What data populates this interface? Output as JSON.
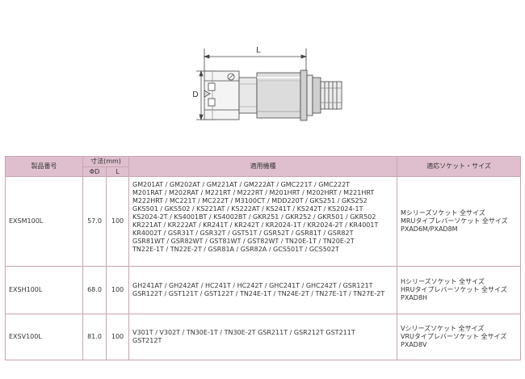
{
  "drawing": {
    "length_label": "L",
    "diameter_label": "D"
  },
  "table": {
    "headers": {
      "product_no": "製品番号",
      "dimensions": "寸法(mm)",
      "diameter": "ΦD",
      "length": "L",
      "compatible_models": "適用機種",
      "socket_size": "適応ソケット・サイズ"
    },
    "rows": [
      {
        "product_no": "EXSM100L",
        "diameter": "57.0",
        "length": "100",
        "compatible_lines": [
          "GM201AT / GM202AT / GM221AT / GM222AT / GMC221T / GMC222T",
          "M201RAT / M202RAT / M221RT / M222RT / M201HRT / M202HRT / M221HRT",
          "M222HRT / MC221T / MC222T / M3100CT / MDD220T / GKS251 / GKS252",
          "GKS501 / GKS502 / KS221AT / KS222AT / KS241T / KS242T / KS2024-1T",
          "KS2024-2T / KS4001BT / KS4002BT / GKR251 / GKR252 / GKR501 / GKR502",
          "KR221AT / KR222AT / KR241T / KR242T / KR2024-1T / KR2024-2T / KR4001T",
          "KR4002T / GSR31T / GSR32T / GST51T / GSR52T / GSR81T / GSR82T",
          "GSR81WT / GSR82WT / GST81WT / GST82WT / TN20E-1T / TN20E-2T",
          "TN22E-1T / TN22E-2T / GSR81A / GSR82A / GCS501T / GCS502T"
        ],
        "socket_lines": [
          "Mシリーズソケット 全サイズ",
          "MRUタイプレバーソケット 全サイズ",
          "PXAD6M/PXAD8M"
        ]
      },
      {
        "product_no": "EXSH100L",
        "diameter": "68.0",
        "length": "100",
        "compatible_lines": [
          "GH241AT / GH242AT / HC241T / HC242T / GHC241T / GHC242T / GSR121T",
          "GSR122T / GST121T / GST122T / TN24E-1T / TN24E-2T / TN27E-1T / TN27E-2T"
        ],
        "socket_lines": [
          "Hシリーズソケット 全サイズ",
          "HRUタイプレバーソケット 全サイズ",
          "PXAD8H"
        ]
      },
      {
        "product_no": "EXSV100L",
        "diameter": "81.0",
        "length": "100",
        "compatible_lines": [
          "V301T / V302T / TN30E-1T / TN30E-2T  GSR211T / GSR212T  GST211T",
          "GST212T"
        ],
        "socket_lines": [
          "Vシリーズソケット 全サイズ",
          "VRUタイプレバーソケット 全サイズ",
          "PXAD8V"
        ]
      }
    ]
  }
}
